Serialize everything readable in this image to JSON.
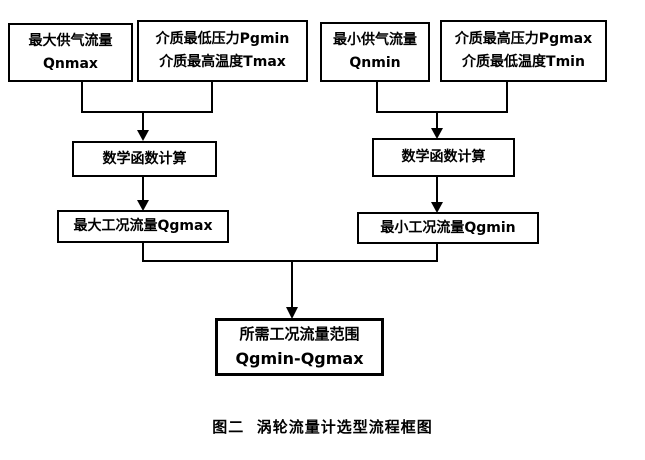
{
  "colors": {
    "background": "#ffffff",
    "line": "#000000",
    "text": "#000000"
  },
  "flowchart": {
    "nodes": {
      "max_supply_flow": {
        "line1": "最大供气流量",
        "line2": "Qnmax"
      },
      "min_pressure_max_temp": {
        "line1": "介质最低压力Pgmin",
        "line2": "介质最高温度Tmax"
      },
      "min_supply_flow": {
        "line1": "最小供气流量",
        "line2": "Qnmin"
      },
      "max_pressure_min_temp": {
        "line1": "介质最高压力Pgmax",
        "line2": "介质最低温度Tmin"
      },
      "math_calc_left": {
        "label": "数学函数计算"
      },
      "math_calc_right": {
        "label": "数学函数计算"
      },
      "max_working_flow": {
        "label": "最大工况流量Qgmax"
      },
      "min_working_flow": {
        "label": "最小工况流量Qgmin"
      },
      "required_flow_range": {
        "line1": "所需工况流量范围",
        "line2": "Qgmin-Qgmax"
      }
    },
    "caption": "图二  涡轮流量计选型流程框图"
  }
}
